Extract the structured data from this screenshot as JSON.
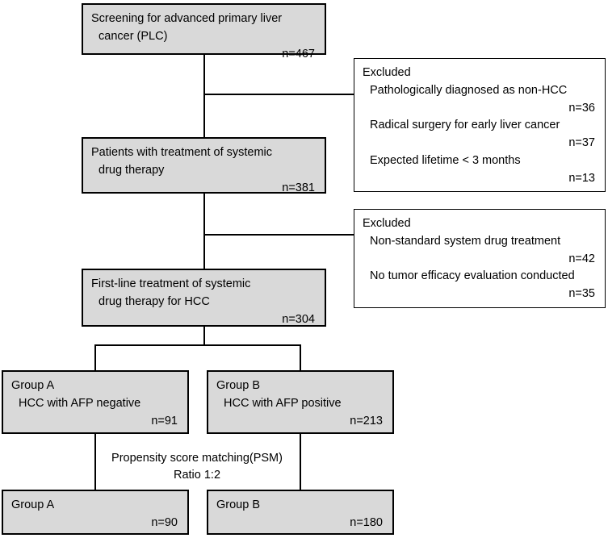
{
  "chart_data": {
    "type": "diagram",
    "title": "Patient selection flow diagram for advanced primary liver cancer study",
    "nodes": [
      {
        "id": "screening",
        "label": "Screening for advanced primary liver cancer (PLC)",
        "n": "n=467"
      },
      {
        "id": "systemic",
        "label": "Patients with treatment of systemic drug therapy",
        "n": "n=381"
      },
      {
        "id": "firstline",
        "label": "First-line treatment of systemic drug therapy for HCC",
        "n": "n=304"
      },
      {
        "id": "group-a",
        "label": "Group A / HCC with AFP negative",
        "n": "n=91"
      },
      {
        "id": "group-b",
        "label": "Group B / HCC with AFP positive",
        "n": "n=213"
      },
      {
        "id": "group-a-psm",
        "label": "Group A",
        "n": "n=90"
      },
      {
        "id": "group-b-psm",
        "label": "Group B",
        "n": "n=180"
      }
    ],
    "exclusions": [
      {
        "reason": "Pathologically diagnosed as non-HCC",
        "n": 36
      },
      {
        "reason": "Radical surgery for early liver cancer",
        "n": 37
      },
      {
        "reason": "Expected lifetime < 3 months",
        "n": 13
      },
      {
        "reason": "Non-standard system drug treatment",
        "n": 42
      },
      {
        "reason": "No tumor efficacy evaluation conducted",
        "n": 35
      }
    ],
    "annotation": "Propensity score matching(PSM) Ratio 1:2"
  },
  "colors": {
    "box_fill": "#d9d9d9",
    "box_border": "#000000",
    "plain_fill": "#ffffff",
    "text": "#000000",
    "background": "#ffffff"
  },
  "nodes": {
    "screening": {
      "line1": "Screening for advanced primary liver",
      "line2": "cancer (PLC)",
      "count": "n=467"
    },
    "systemic": {
      "line1": "Patients with treatment of systemic",
      "line2": "drug therapy",
      "count": "n=381"
    },
    "firstline": {
      "line1": "First-line treatment of systemic",
      "line2": "drug therapy for HCC",
      "count": "n=304"
    },
    "group_a": {
      "line1": "Group A",
      "line2": "HCC with AFP negative",
      "count": "n=91"
    },
    "group_b": {
      "line1": "Group B",
      "line2": "HCC with AFP positive",
      "count": "n=213"
    },
    "group_a_psm": {
      "line1": "Group A",
      "count": "n=90"
    },
    "group_b_psm": {
      "line1": "Group B",
      "count": "n=180"
    }
  },
  "exclusion_box_1": {
    "header": "Excluded",
    "item1": "Pathologically diagnosed as non-HCC",
    "count1": "n=36",
    "item2": "Radical surgery for early liver cancer",
    "count2": "n=37",
    "item3": "Expected lifetime < 3 months",
    "count3": "n=13"
  },
  "exclusion_box_2": {
    "header": "Excluded",
    "item1": "Non-standard system drug treatment",
    "count1": "n=42",
    "item2": "No tumor efficacy evaluation conducted",
    "count2": "n=35"
  },
  "psm_annotation": {
    "line1": "Propensity score matching(PSM)",
    "line2": "Ratio 1:2"
  }
}
